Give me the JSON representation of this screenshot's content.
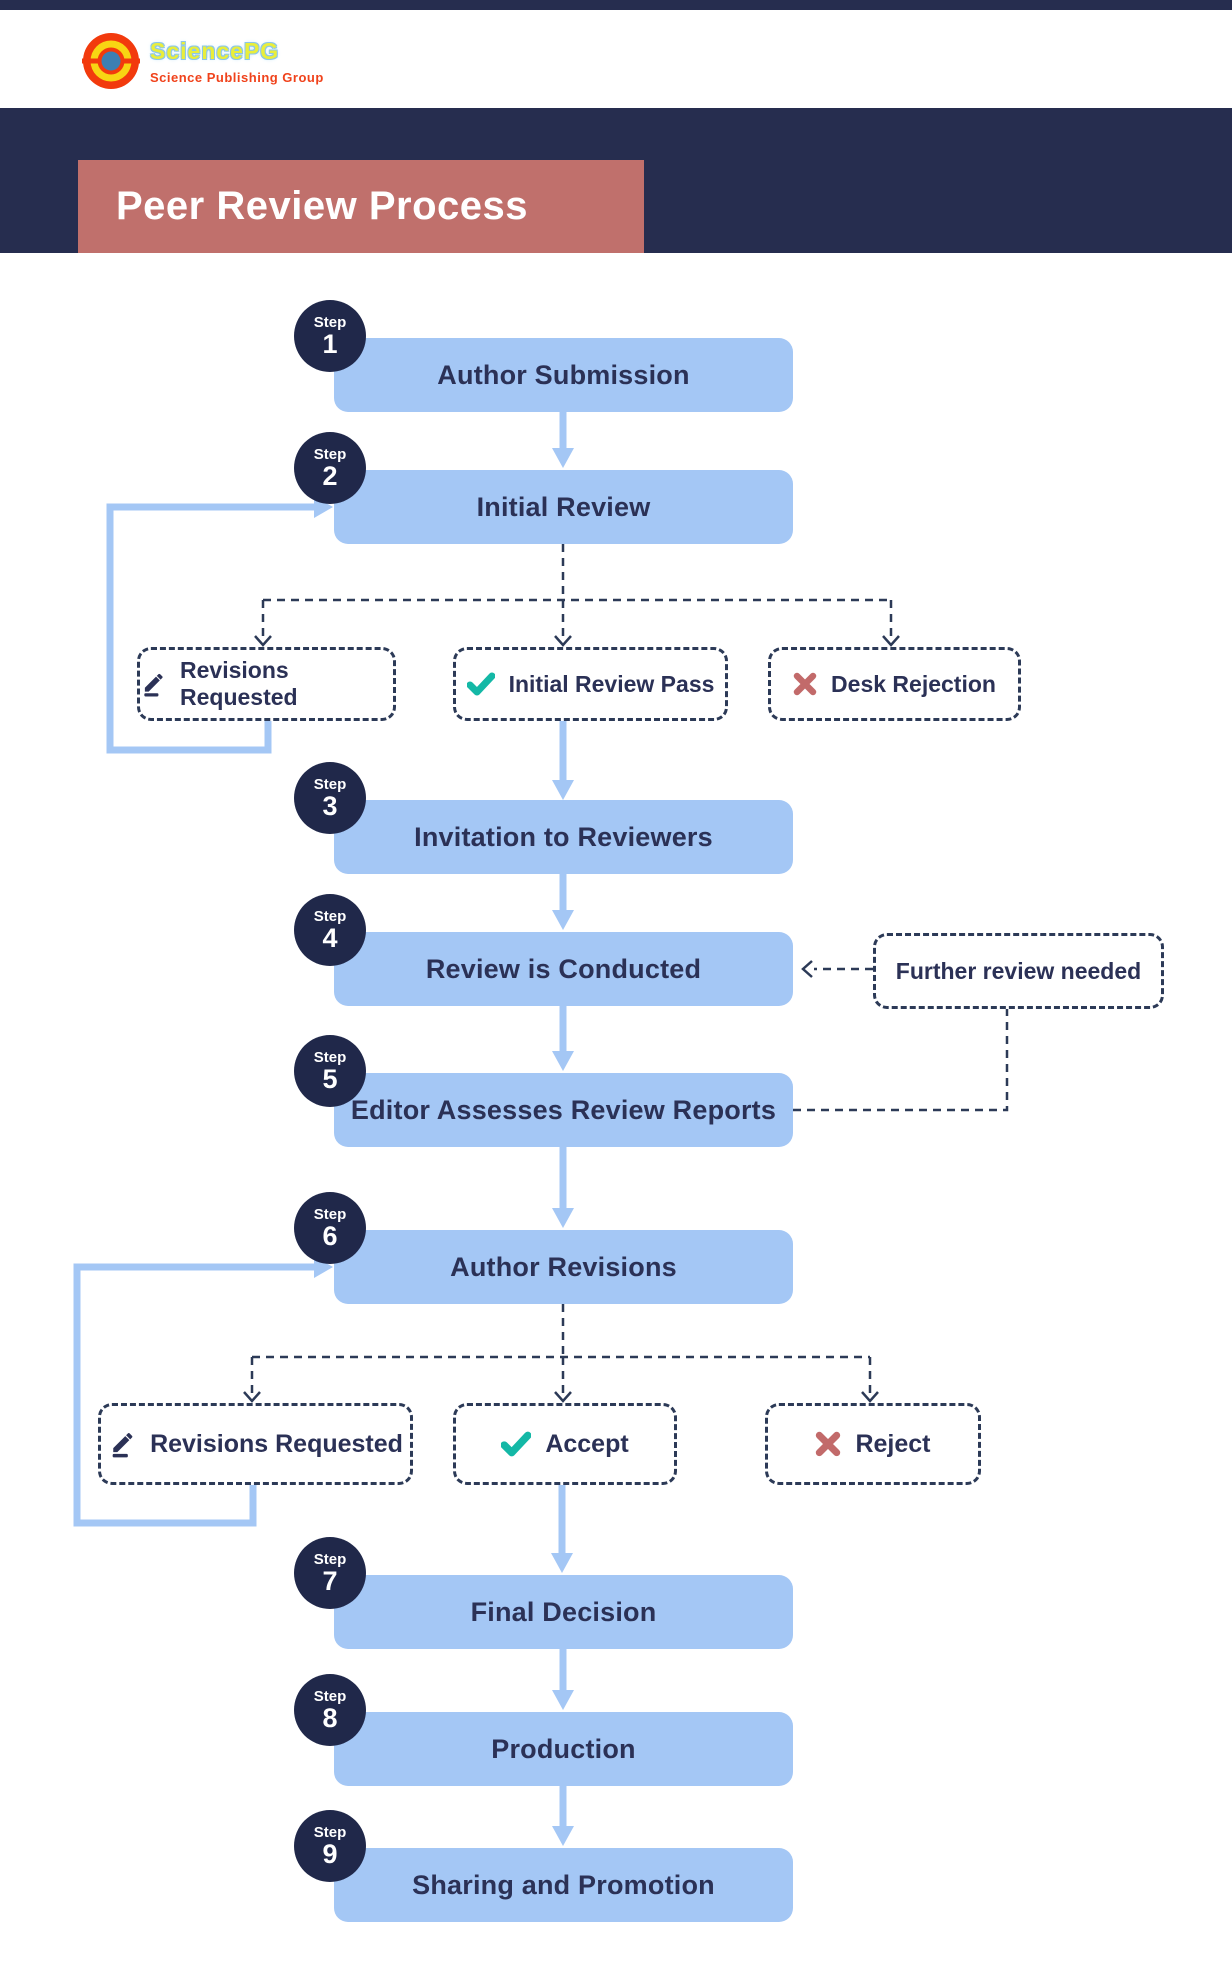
{
  "logo": {
    "name": "SciencePG",
    "tagline": "Science Publishing Group",
    "icon": "sciencepg-logo-icon"
  },
  "header": {
    "title": "Peer Review Process"
  },
  "steps": [
    {
      "step_word": "Step",
      "number": "1",
      "label": "Author Submission"
    },
    {
      "step_word": "Step",
      "number": "2",
      "label": "Initial Review"
    },
    {
      "step_word": "Step",
      "number": "3",
      "label": "Invitation to Reviewers"
    },
    {
      "step_word": "Step",
      "number": "4",
      "label": "Review is Conducted"
    },
    {
      "step_word": "Step",
      "number": "5",
      "label": "Editor Assesses Review Reports"
    },
    {
      "step_word": "Step",
      "number": "6",
      "label": "Author Revisions"
    },
    {
      "step_word": "Step",
      "number": "7",
      "label": "Final Decision"
    },
    {
      "step_word": "Step",
      "number": "8",
      "label": "Production"
    },
    {
      "step_word": "Step",
      "number": "9",
      "label": "Sharing and Promotion"
    }
  ],
  "branches": [
    {
      "options": [
        {
          "icon": "pencil-icon",
          "label": "Revisions Requested"
        },
        {
          "icon": "check-icon",
          "label": "Initial Review Pass"
        },
        {
          "icon": "x-icon",
          "label": "Desk Rejection"
        }
      ]
    },
    {
      "options": [
        {
          "icon": "pencil-icon",
          "label": "Revisions Requested"
        },
        {
          "icon": "check-icon",
          "label": "Accept"
        },
        {
          "icon": "x-icon",
          "label": "Reject"
        }
      ]
    }
  ],
  "side_note": {
    "label": "Further review needed"
  },
  "colors": {
    "navy_band": "#262d4f",
    "step_circle": "#20284a",
    "box_blue": "#a4c7f5",
    "box_text": "#2b3156",
    "dashed_border": "#2c3a57",
    "arrow_blue": "#a4c7f5",
    "title_box": "#c0706c",
    "check_teal": "#14b8a6",
    "reject_red": "#c26a6a",
    "logo_orange": "#f23a0d",
    "logo_yellow": "#f8d513",
    "logo_blue": "#3d7fb2"
  }
}
